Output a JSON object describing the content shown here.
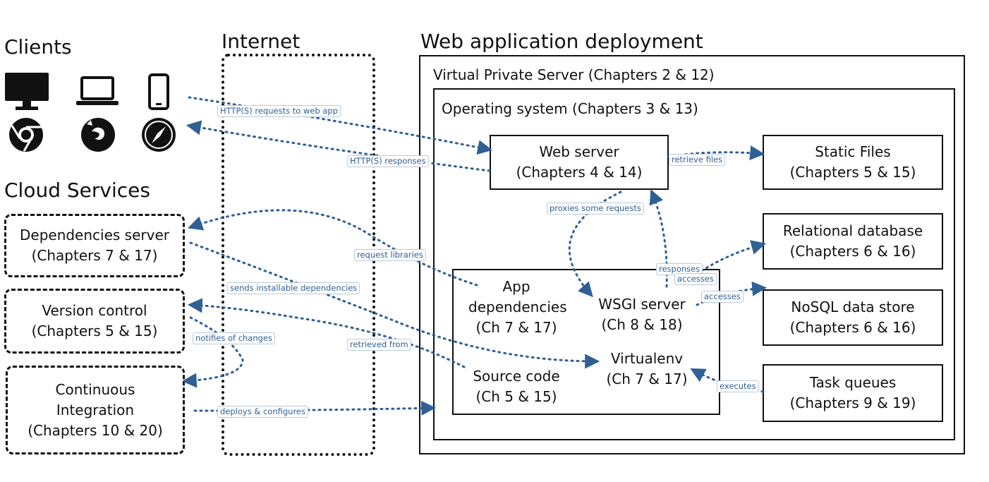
{
  "sections": {
    "clients": "Clients",
    "internet": "Internet",
    "cloud_services": "Cloud Services",
    "deployment": "Web application deployment"
  },
  "clients": {
    "devices": [
      "desktop-icon",
      "laptop-icon",
      "phone-icon"
    ],
    "browsers": [
      "chrome-icon",
      "firefox-icon",
      "safari-icon"
    ]
  },
  "cloud": {
    "dependencies": "Dependencies server\n(Chapters 7 & 17)",
    "version_control": "Version control\n(Chapters 5 & 15)",
    "ci": "Continuous\nIntegration\n(Chapters 10 & 20)"
  },
  "deployment": {
    "vps": "Virtual Private Server (Chapters 2 & 12)",
    "os": "Operating system (Chapters 3 & 13)",
    "web_server": "Web server\n(Chapters 4 & 14)",
    "static_files": "Static Files\n(Chapters 5 & 15)",
    "relational_db": "Relational database\n(Chapters 6 & 16)",
    "nosql": "NoSQL data store\n(Chapters 6 & 16)",
    "task_queues": "Task queues\n(Chapters 9 & 19)",
    "app_dependencies": "App\ndependencies\n(Ch 7 & 17)",
    "wsgi_server": "WSGI server\n(Ch 8 & 18)",
    "virtualenv": "Virtualenv\n(Ch 7 & 17)",
    "source_code": "Source code\n(Ch 5 & 15)"
  },
  "edges": {
    "http_requests": "HTTP(S) requests to web app",
    "http_responses": "HTTP(S) responses",
    "retrieve_files": "retrieve files",
    "proxies": "proxies some requests",
    "responses": "responses",
    "accesses_1": "accesses",
    "accesses_2": "accesses",
    "request_libraries": "request libraries",
    "sends_dependencies": "sends installable dependencies",
    "notifies": "notifies of changes",
    "retrieved_from": "retrieved from",
    "deploys": "deploys & configures",
    "executes": "executes"
  },
  "colors": {
    "arrow": "#2f5f95",
    "line": "#111111"
  }
}
